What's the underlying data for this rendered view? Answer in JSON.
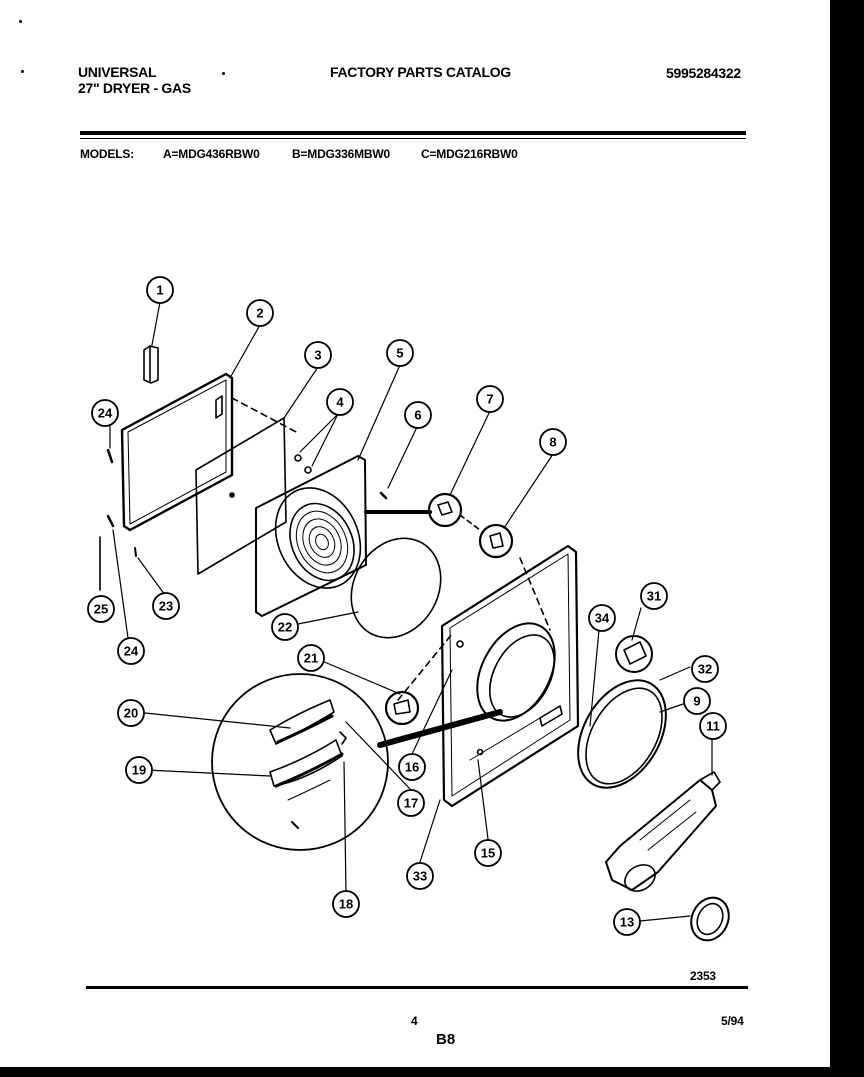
{
  "header": {
    "brand": "UNIVERSAL",
    "product": "27\" DRYER - GAS",
    "catalog_title": "FACTORY PARTS CATALOG",
    "catalog_number": "5995284322"
  },
  "models": {
    "label": "MODELS:",
    "model_a": "A=MDG436RBW0",
    "model_b": "B=MDG336MBW0",
    "model_c": "C=MDG216RBW0"
  },
  "callouts": [
    "1",
    "2",
    "3",
    "4",
    "5",
    "6",
    "7",
    "8",
    "9",
    "11",
    "13",
    "15",
    "16",
    "17",
    "18",
    "19",
    "20",
    "21",
    "22",
    "23",
    "24",
    "24",
    "25",
    "31",
    "32",
    "33",
    "34"
  ],
  "footer": {
    "figure_number": "2353",
    "page_number": "4",
    "section_code": "B8",
    "date": "5/94"
  }
}
